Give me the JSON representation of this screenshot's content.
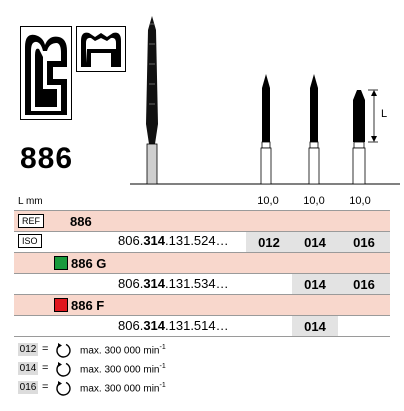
{
  "product": {
    "model_number": "886",
    "length_marker": "L"
  },
  "table": {
    "length_unit_label": "L mm",
    "lengths": [
      "10,0",
      "10,0",
      "10,0"
    ],
    "ref_tag": "REF",
    "ref_value": "886",
    "iso_tag": "ISO",
    "rows": [
      {
        "cat_prefix": "806.",
        "cat_bold": "314",
        "cat_suffix": ".131.524…",
        "sizes": [
          "012",
          "014",
          "016"
        ]
      },
      {
        "variant": "886 G",
        "variant_color": "#1a9a3c",
        "cat_prefix": "806.",
        "cat_bold": "314",
        "cat_suffix": ".131.534…",
        "sizes": [
          "014",
          "016"
        ]
      },
      {
        "variant": "886 F",
        "variant_color": "#e0161e",
        "cat_prefix": "806.",
        "cat_bold": "314",
        "cat_suffix": ".131.514…",
        "sizes": [
          "014"
        ]
      }
    ]
  },
  "legend": [
    {
      "size": "012",
      "eq": "=",
      "text": "max. 300 000 min",
      "sup": "-1"
    },
    {
      "size": "014",
      "eq": "=",
      "text": "max. 300 000 min",
      "sup": "-1"
    },
    {
      "size": "016",
      "eq": "=",
      "text": "max. 300 000 min",
      "sup": "-1"
    }
  ],
  "colors": {
    "pink_band": "#f8d7cc",
    "gray_cell": "#e3e3e3"
  },
  "icons": [
    "tooth-crown-prep-icon",
    "tooth-cavity-icon",
    "rotation-speed-icon"
  ]
}
